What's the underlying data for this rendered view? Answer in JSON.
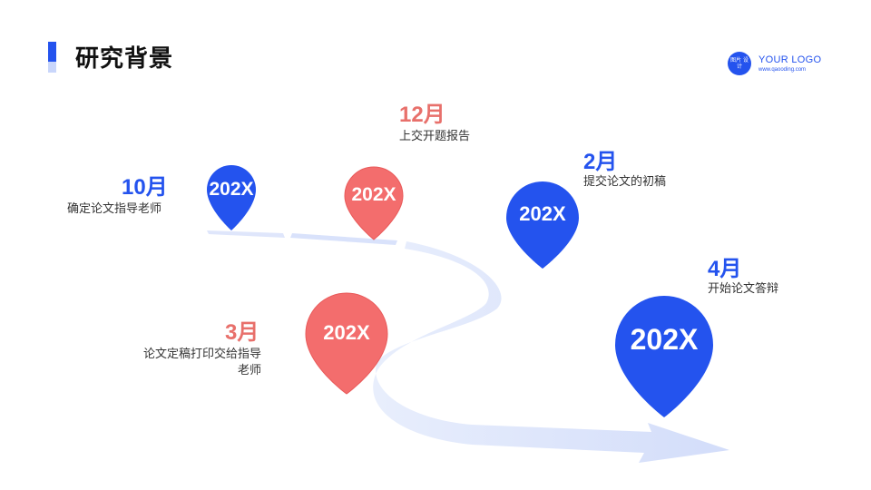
{
  "header": {
    "title": "研究背景",
    "logo": {
      "badge_text": "图片 设计",
      "main_text": "YOUR LOGO",
      "sub_text": "www.qaooding.com"
    }
  },
  "colors": {
    "blue": "#2453ee",
    "red": "#f36d6d",
    "road": "#d6e0fb",
    "red_month": "#e8706b",
    "blue_month": "#2453ee"
  },
  "timeline": [
    {
      "year": "202X",
      "month": "10月",
      "desc_lines": [
        "确定论文指导老师"
      ],
      "color": "blue"
    },
    {
      "year": "202X",
      "month": "12月",
      "desc_lines": [
        "上交开题报告"
      ],
      "color": "red"
    },
    {
      "year": "202X",
      "month": "2月",
      "desc_lines": [
        "提交论文的初稿"
      ],
      "color": "blue"
    },
    {
      "year": "202X",
      "month": "3月",
      "desc_lines": [
        "论文定稿打印交给指导",
        "老师"
      ],
      "color": "red"
    },
    {
      "year": "202X",
      "month": "4月",
      "desc_lines": [
        "开始论文答辩"
      ],
      "color": "blue"
    }
  ]
}
